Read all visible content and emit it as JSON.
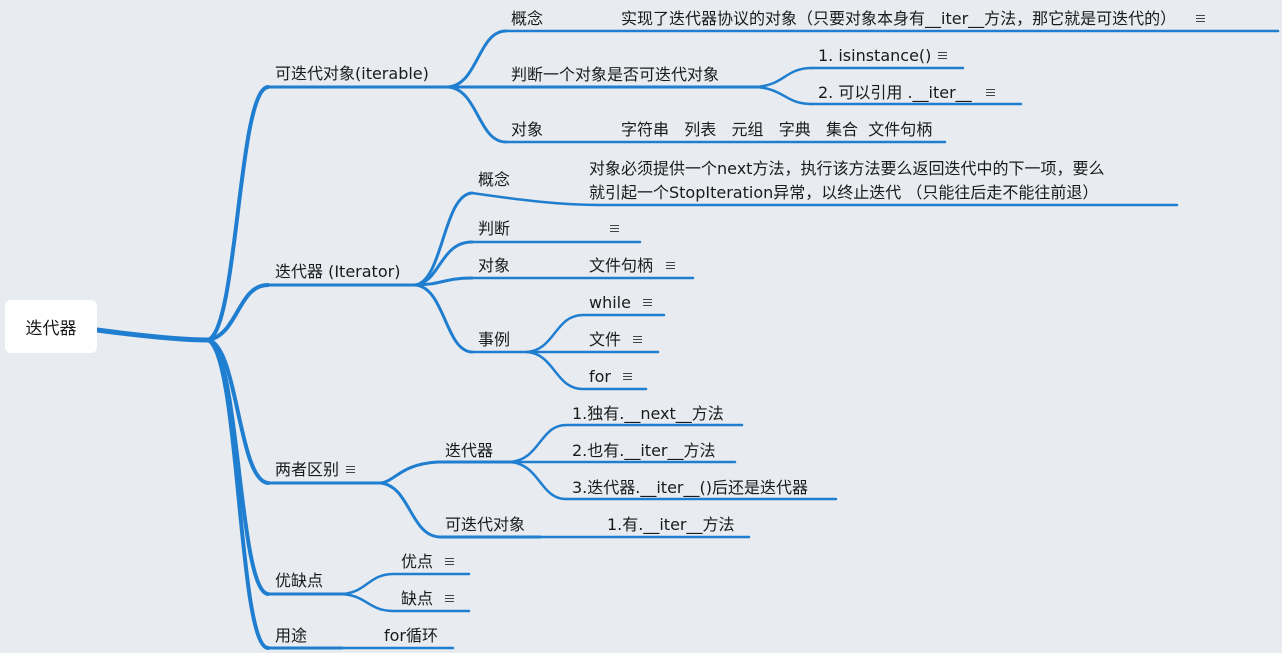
{
  "root": "迭代器",
  "branches": {
    "iterable": {
      "label": "可迭代对象(iterable)",
      "concept_label": "概念",
      "concept_text": "实现了迭代器协议的对象（只要对象本身有__iter__方法，那它就是可迭代的）",
      "judge_label": "判断一个对象是否可迭代对象",
      "judge_1": "1. isinstance()",
      "judge_2": "2. 可以引用 .__iter__",
      "objects_label": "对象",
      "objects_text": "字符串   列表   元组   字典   集合  文件句柄"
    },
    "iterator": {
      "label": "迭代器 (Iterator)",
      "concept_label": "概念",
      "concept_line1": "对象必须提供一个next方法，执行该方法要么返回迭代中的下一项，要么",
      "concept_line2": "就引起一个StopIteration异常，以终止迭代 （只能往后走不能往前退）",
      "judge_label": "判断",
      "objects_label": "对象",
      "objects_text": "文件句柄",
      "examples_label": "事例",
      "example_while": "while",
      "example_file": "文件",
      "example_for": "for"
    },
    "diff": {
      "label": "两者区别",
      "iter_label": "迭代器",
      "iter_1": "1.独有.__next__方法",
      "iter_2": "2.也有.__iter__方法",
      "iter_3": "3.迭代器.__iter__()后还是迭代器",
      "iterable_label": "可迭代对象",
      "iterable_1": "1.有.__iter__方法"
    },
    "pros_cons": {
      "label": "优缺点",
      "pros": "优点",
      "cons": "缺点"
    },
    "usage": {
      "label": "用途",
      "text": "for循环"
    }
  },
  "colors": {
    "line": "#1f7ed0",
    "background": "#e8ebef"
  },
  "icons": {
    "note": "note-icon"
  }
}
